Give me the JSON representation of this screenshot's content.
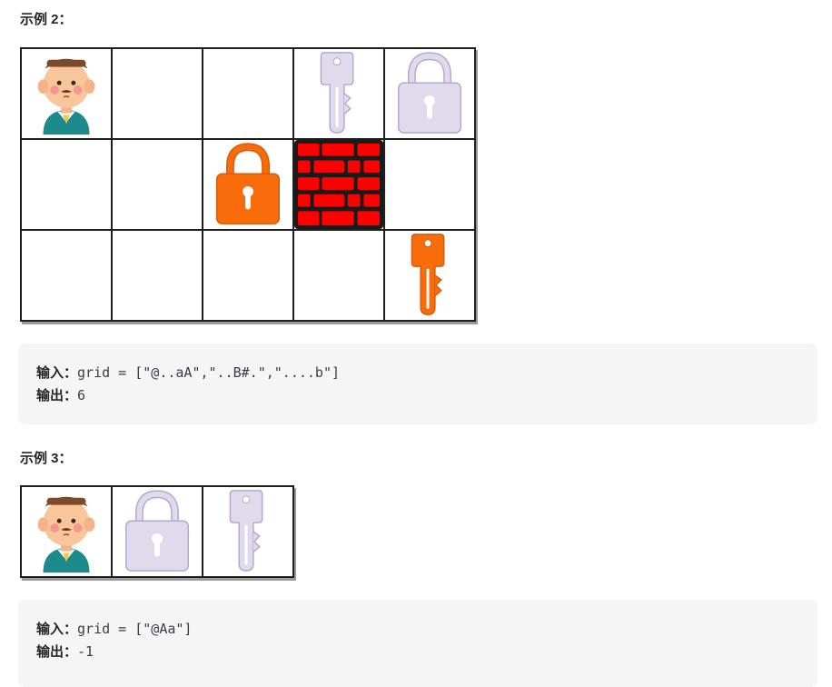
{
  "example2": {
    "heading": "示例 2：",
    "grid": [
      [
        "person",
        "empty",
        "empty",
        "key-lilac",
        "lock-lilac"
      ],
      [
        "empty",
        "empty",
        "lock-orange",
        "wall",
        "empty"
      ],
      [
        "empty",
        "empty",
        "empty",
        "empty",
        "key-orange"
      ]
    ],
    "input_label": "输入：",
    "input_value": "grid = [\"@..aA\",\"..B#.\",\"....b\"]",
    "output_label": "输出：",
    "output_value": "6"
  },
  "example3": {
    "heading": "示例 3：",
    "grid": [
      [
        "person",
        "lock-lilac",
        "key-lilac"
      ]
    ],
    "input_label": "输入：",
    "input_value": "grid = [\"@Aa\"]",
    "output_label": "输出：",
    "output_value": "-1"
  },
  "colors": {
    "lilac": "#e1d9ec",
    "lilac_stroke": "#b7a7cc",
    "orange": "#f86c0c",
    "wall_red": "#ff0000",
    "wall_mortar": "#1a1a1a",
    "code_bg": "#f5f5f5"
  }
}
